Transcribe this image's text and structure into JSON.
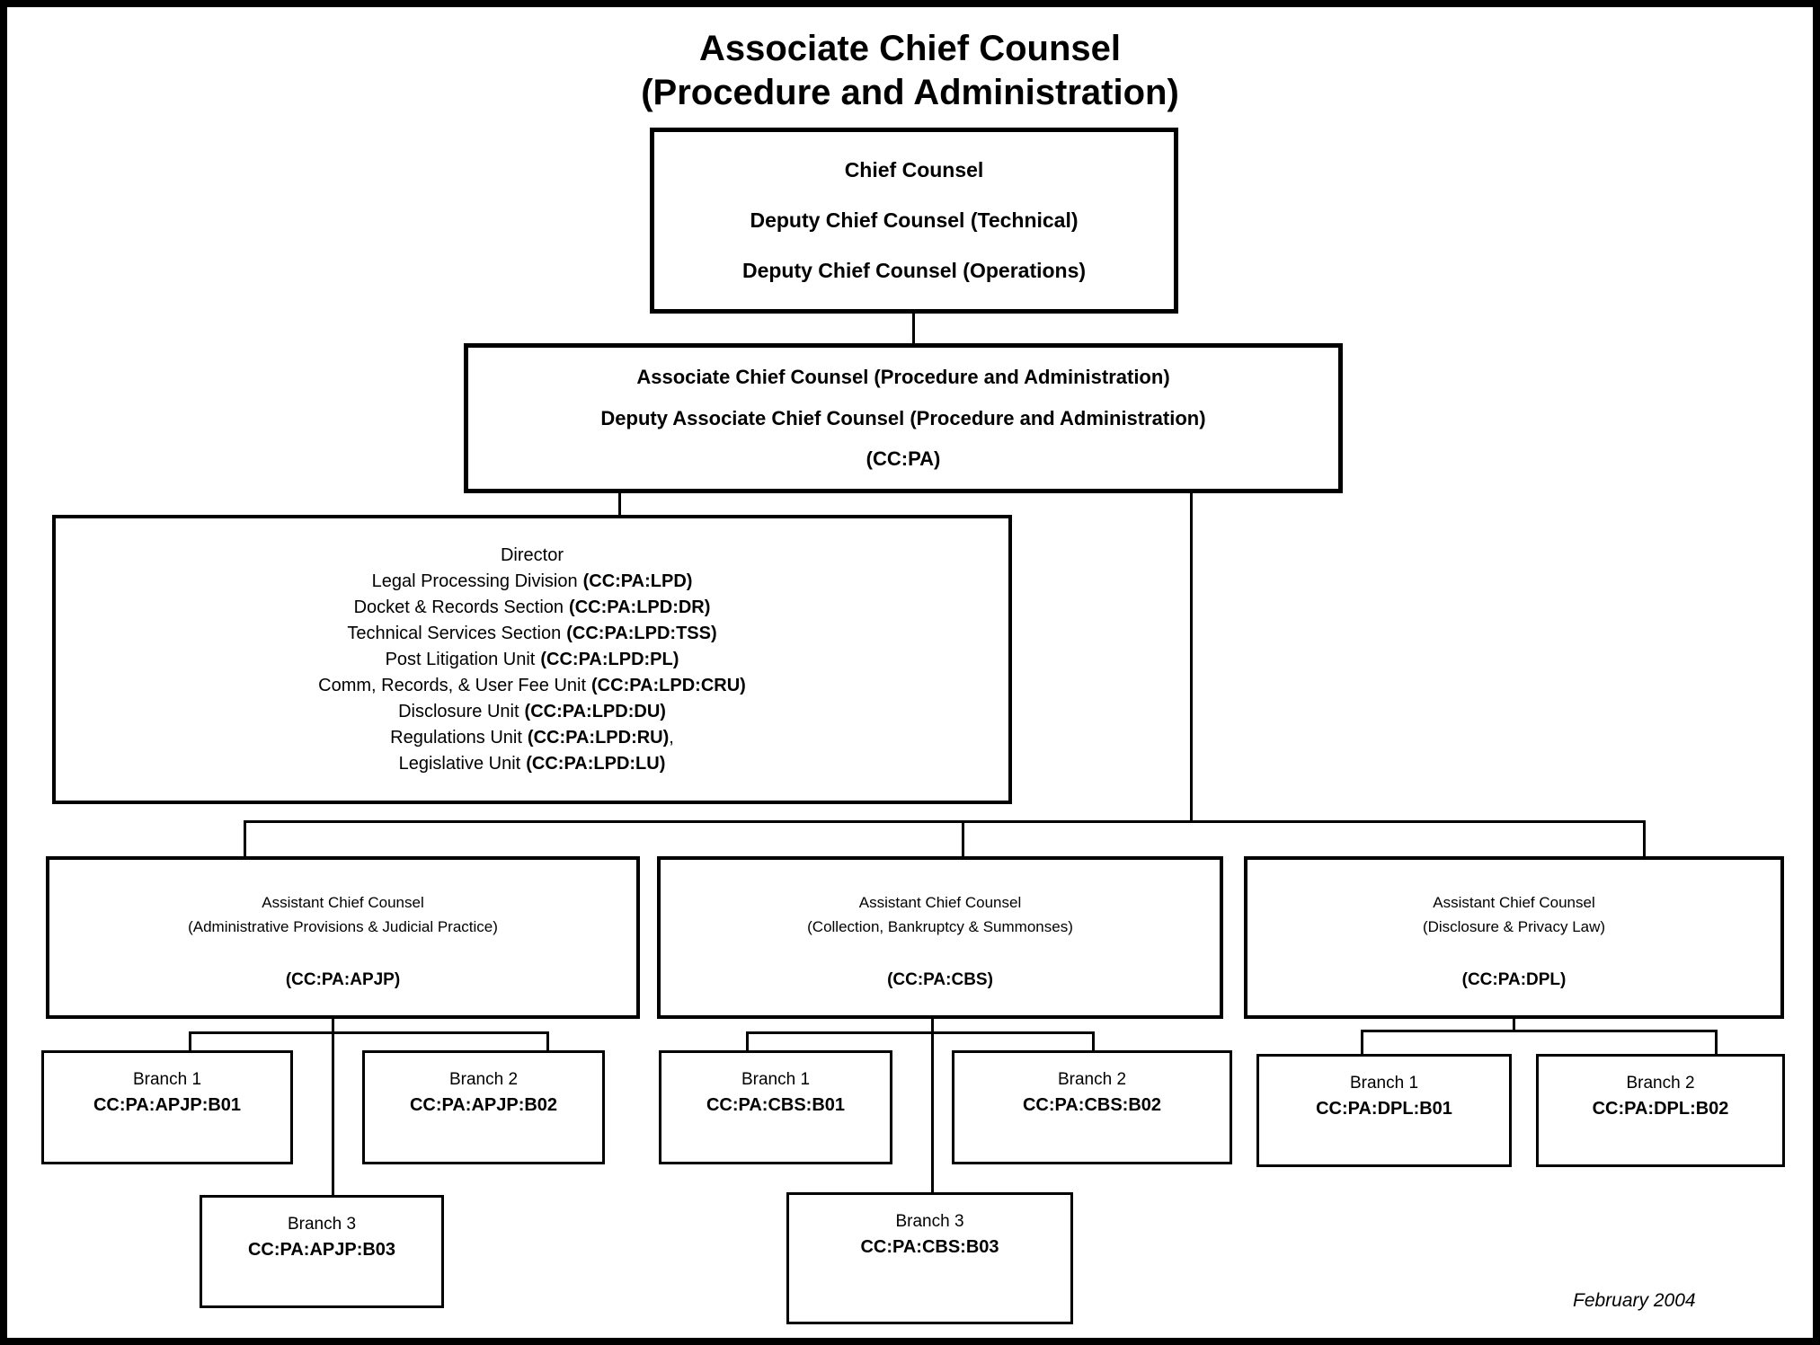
{
  "title": {
    "line1": "Associate Chief Counsel",
    "line2": "(Procedure and Administration)"
  },
  "chief_box": {
    "lines": [
      "Chief Counsel",
      "Deputy Chief Counsel (Technical)",
      "Deputy Chief Counsel (Operations)"
    ]
  },
  "associate_box": {
    "lines": [
      "Associate Chief Counsel (Procedure and Administration)",
      "Deputy Associate Chief Counsel (Procedure and Administration)",
      "(CC:PA)"
    ]
  },
  "director_box": {
    "lines": [
      {
        "name": "Director",
        "code": "",
        "suffix": ""
      },
      {
        "name": "Legal Processing Division",
        "code": "(CC:PA:LPD)",
        "suffix": ""
      },
      {
        "name": "Docket & Records Section",
        "code": "(CC:PA:LPD:DR)",
        "suffix": ""
      },
      {
        "name": "Technical Services Section",
        "code": "(CC:PA:LPD:TSS)",
        "suffix": ""
      },
      {
        "name": "Post Litigation Unit",
        "code": "(CC:PA:LPD:PL)",
        "suffix": ""
      },
      {
        "name": "Comm, Records, & User Fee Unit",
        "code": "(CC:PA:LPD:CRU)",
        "suffix": ""
      },
      {
        "name": "Disclosure Unit",
        "code": "(CC:PA:LPD:DU)",
        "suffix": ""
      },
      {
        "name": "Regulations Unit",
        "code": "(CC:PA:LPD:RU)",
        "suffix": ","
      },
      {
        "name": "Legislative Unit",
        "code": "(CC:PA:LPD:LU)",
        "suffix": ""
      }
    ]
  },
  "assistant_boxes": [
    {
      "line1": "Assistant Chief Counsel",
      "line2": "(Administrative Provisions & Judicial Practice)",
      "code": "(CC:PA:APJP)"
    },
    {
      "line1": "Assistant Chief Counsel",
      "line2": "(Collection, Bankruptcy & Summonses)",
      "code": "(CC:PA:CBS)"
    },
    {
      "line1": "Assistant Chief Counsel",
      "line2": "(Disclosure & Privacy Law)",
      "code": "(CC:PA:DPL)"
    }
  ],
  "branches": {
    "apjp": [
      {
        "name": "Branch 1",
        "code": "CC:PA:APJP:B01"
      },
      {
        "name": "Branch 2",
        "code": "CC:PA:APJP:B02"
      },
      {
        "name": "Branch 3",
        "code": "CC:PA:APJP:B03"
      }
    ],
    "cbs": [
      {
        "name": "Branch 1",
        "code": "CC:PA:CBS:B01"
      },
      {
        "name": "Branch 2",
        "code": "CC:PA:CBS:B02"
      },
      {
        "name": "Branch 3",
        "code": "CC:PA:CBS:B03"
      }
    ],
    "dpl": [
      {
        "name": "Branch 1",
        "code": "CC:PA:DPL:B01"
      },
      {
        "name": "Branch 2",
        "code": "CC:PA:DPL:B02"
      }
    ]
  },
  "footer": {
    "date": "February 2004"
  },
  "colors": {
    "ink": "#000000",
    "paper": "#ffffff"
  }
}
